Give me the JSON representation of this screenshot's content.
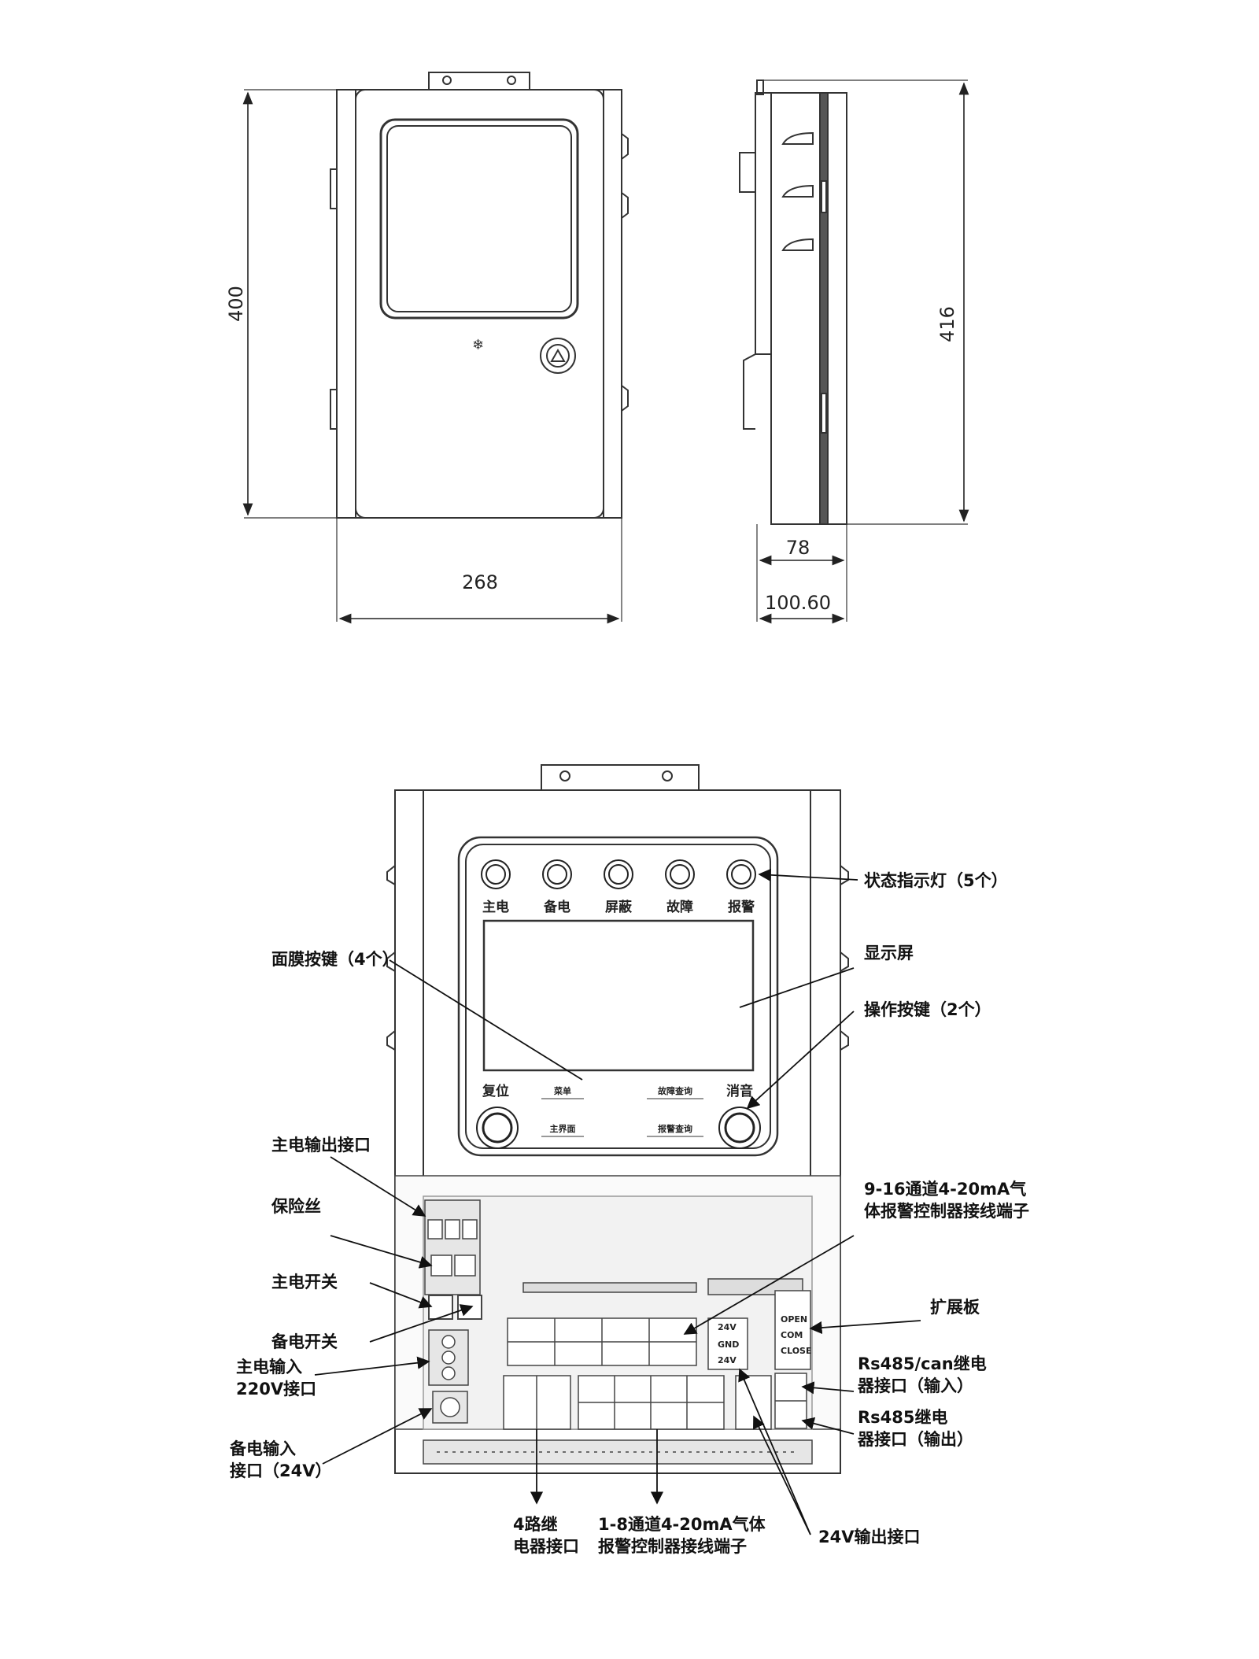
{
  "dimensions": {
    "height_front": "400",
    "width_front": "268",
    "height_side": "416",
    "depth_body": "78",
    "depth_total": "100.60"
  },
  "indicators": {
    "labels": [
      "主电",
      "备电",
      "屏蔽",
      "故障",
      "报警"
    ]
  },
  "panel_buttons": {
    "reset": "复位",
    "menu": "菜单",
    "home": "主界面",
    "fault_query": "故障查询",
    "alarm_query": "报警查询",
    "silence": "消音"
  },
  "callouts": {
    "status_lights": "状态指示灯（5个）",
    "membrane_keys": "面膜按键（4个）",
    "display": "显示屏",
    "operate_keys": "操作按键（2个）",
    "main_out": "主电输出接口",
    "fuse": "保险丝",
    "main_switch": "主电开关",
    "backup_switch": "备电开关",
    "main_in_1": "主电输入",
    "main_in_2": "220V接口",
    "backup_in_1": "备电输入",
    "backup_in_2": "接口（24V）",
    "ch916_1": "9-16通道4-20mA气",
    "ch916_2": "体报警控制器接线端子",
    "expansion": "扩展板",
    "rs485can_1": "Rs485/can继电",
    "rs485can_2": "器接口（输入）",
    "rs485_1": "Rs485继电",
    "rs485_2": "器接口（输出）",
    "relay4_1": "4路继",
    "relay4_2": "电器接口",
    "ch18_1": "1-8通道4-20mA气体",
    "ch18_2": "报警控制器接线端子",
    "out24v": "24V输出接口"
  },
  "pcb_text": {
    "v24_a": "24V",
    "gnd": "GND",
    "v24_b": "24V",
    "open": "OPEN",
    "com": "COM",
    "close": "CLOSE"
  }
}
